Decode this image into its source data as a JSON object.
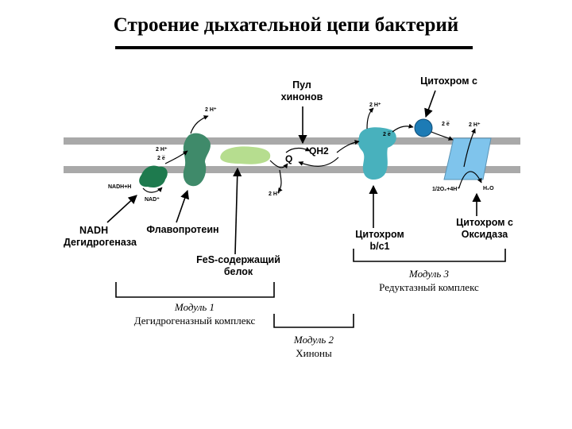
{
  "title": "Строение дыхательной цепи бактерий",
  "labels": {
    "pool_line1": "Пул",
    "pool_line2": "хинонов",
    "cyt_c": "Цитохром с",
    "nadh_dh_line1": "NADH",
    "nadh_dh_line2": "Дегидрогеназа",
    "flavoprotein": "Флавопротеин",
    "fes_line1": "FeS-содержащий",
    "fes_line2": "белок",
    "cyt_bc1_line1": "Цитохром",
    "cyt_bc1_line2": "b/c1",
    "cyt_c_oxidase_line1": "Цитохром с",
    "cyt_c_oxidase_line2": "Оксидаза"
  },
  "small_labels": {
    "h_top_flavo": "2 H⁺",
    "h_left_flavo": "2 H⁺",
    "e_left_flavo": "2 e̅",
    "nadh": "NADH+H",
    "nad": "NAD⁺",
    "h_bottom_q": "2 H⁺",
    "h_top_bc1": "2 H⁺",
    "e_bc1": "2 e̅",
    "e_cytc": "2 e̅",
    "h_top_ox": "2 H⁺",
    "o2_reaction": "1/2O₂+4H⁺",
    "h2o": "H₂O"
  },
  "quinones": {
    "q": "Q",
    "qh2": "QH2"
  },
  "modules": {
    "m1_name": "Модуль 1",
    "m1_desc": "Дегидрогеназный комплекс",
    "m2_name": "Модуль 2",
    "m2_desc": "Хиноны",
    "m3_name": "Модуль 3",
    "m3_desc": "Редуктазный комплекс"
  },
  "colors": {
    "membrane": "#a9a9a9",
    "nadh_dh": "#1e7a4e",
    "flavoprotein": "#3f8a6a",
    "fes": "#b6dd8f",
    "bc1": "#48b1bd",
    "cyt_c": "#1d7bb5",
    "oxidase": "#7fc4ec"
  }
}
